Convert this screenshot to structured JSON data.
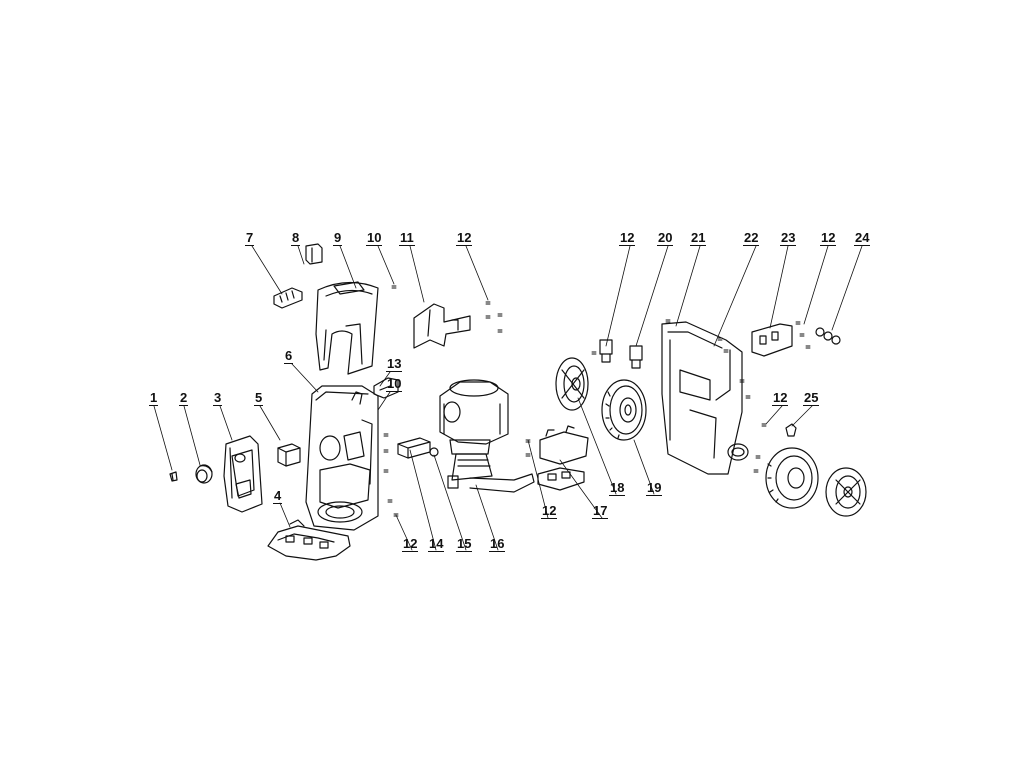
{
  "diagram": {
    "type": "exploded-parts-view",
    "line_color": "#111111",
    "background": "#ffffff",
    "callouts": [
      "1",
      "2",
      "3",
      "4",
      "5",
      "6",
      "7",
      "8",
      "9",
      "10",
      "11",
      "12",
      "13",
      "10",
      "14",
      "15",
      "16",
      "12",
      "12",
      "17",
      "18",
      "19",
      "12",
      "20",
      "21",
      "22",
      "23",
      "12",
      "24",
      "12",
      "25"
    ]
  }
}
